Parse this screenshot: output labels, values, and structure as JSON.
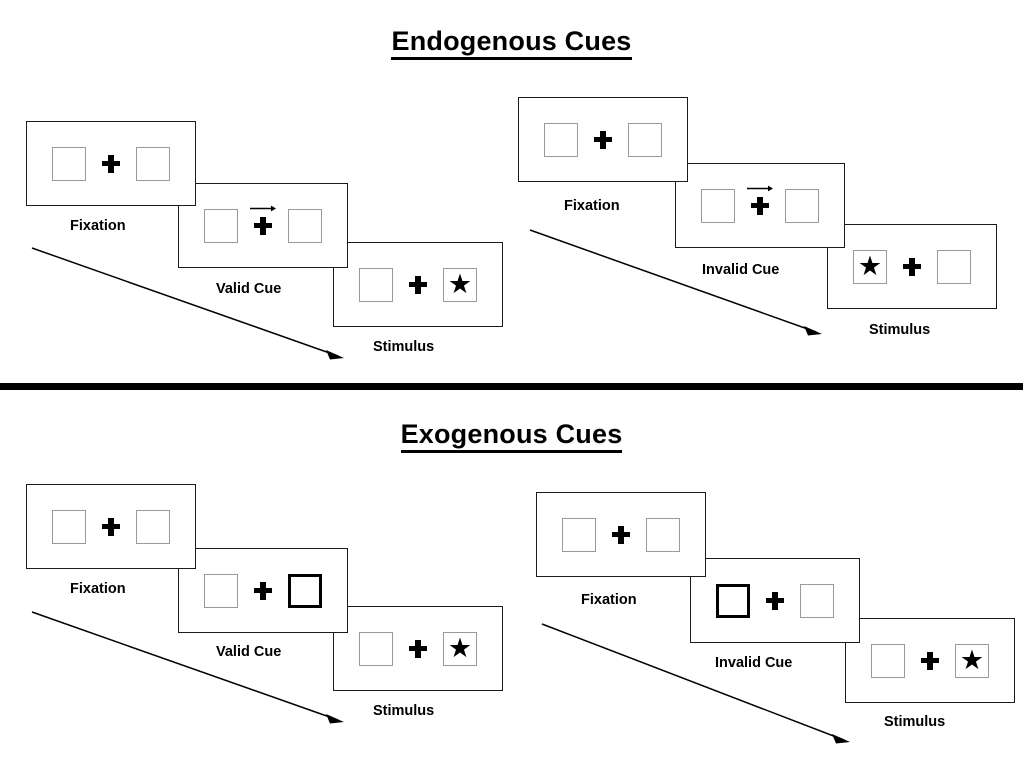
{
  "page": {
    "background": "#ffffff",
    "text_color": "#000000",
    "square_border_color": "#9a9a9a",
    "cued_square_border_color": "#000000",
    "panel_border_color": "#1a1a1a"
  },
  "sections": [
    {
      "id": "endogenous",
      "title": "Endogenous Cues",
      "title_underlined": true,
      "groups": [
        {
          "id": "endogenous-valid",
          "condition": "valid",
          "stages": [
            {
              "id": "fixation",
              "caption": "Fixation",
              "left_box": {
                "cued": false,
                "stimulus": ""
              },
              "right_box": {
                "cued": false,
                "stimulus": ""
              },
              "center": {
                "plus": true,
                "arrow": "none"
              }
            },
            {
              "id": "cue",
              "caption": "Valid Cue",
              "left_box": {
                "cued": false,
                "stimulus": ""
              },
              "right_box": {
                "cued": false,
                "stimulus": ""
              },
              "center": {
                "plus": true,
                "arrow": "right"
              }
            },
            {
              "id": "stimulus",
              "caption": "Stimulus",
              "left_box": {
                "cued": false,
                "stimulus": ""
              },
              "right_box": {
                "cued": false,
                "stimulus": "star"
              },
              "center": {
                "plus": true,
                "arrow": "none"
              }
            }
          ]
        },
        {
          "id": "endogenous-invalid",
          "condition": "invalid",
          "stages": [
            {
              "id": "fixation",
              "caption": "Fixation",
              "left_box": {
                "cued": false,
                "stimulus": ""
              },
              "right_box": {
                "cued": false,
                "stimulus": ""
              },
              "center": {
                "plus": true,
                "arrow": "none"
              }
            },
            {
              "id": "cue",
              "caption": "Invalid Cue",
              "left_box": {
                "cued": false,
                "stimulus": ""
              },
              "right_box": {
                "cued": false,
                "stimulus": ""
              },
              "center": {
                "plus": true,
                "arrow": "right"
              }
            },
            {
              "id": "stimulus",
              "caption": "Stimulus",
              "left_box": {
                "cued": false,
                "stimulus": "star"
              },
              "right_box": {
                "cued": false,
                "stimulus": ""
              },
              "center": {
                "plus": true,
                "arrow": "none"
              }
            }
          ]
        }
      ]
    },
    {
      "id": "exogenous",
      "title": "Exogenous Cues",
      "title_underlined": true,
      "groups": [
        {
          "id": "exogenous-valid",
          "condition": "valid",
          "stages": [
            {
              "id": "fixation",
              "caption": "Fixation",
              "left_box": {
                "cued": false,
                "stimulus": ""
              },
              "right_box": {
                "cued": false,
                "stimulus": ""
              },
              "center": {
                "plus": true,
                "arrow": "none"
              }
            },
            {
              "id": "cue",
              "caption": "Valid Cue",
              "left_box": {
                "cued": false,
                "stimulus": ""
              },
              "right_box": {
                "cued": true,
                "stimulus": ""
              },
              "center": {
                "plus": true,
                "arrow": "none"
              }
            },
            {
              "id": "stimulus",
              "caption": "Stimulus",
              "left_box": {
                "cued": false,
                "stimulus": ""
              },
              "right_box": {
                "cued": false,
                "stimulus": "star"
              },
              "center": {
                "plus": true,
                "arrow": "none"
              }
            }
          ]
        },
        {
          "id": "exogenous-invalid",
          "condition": "invalid",
          "stages": [
            {
              "id": "fixation",
              "caption": "Fixation",
              "left_box": {
                "cued": false,
                "stimulus": ""
              },
              "right_box": {
                "cued": false,
                "stimulus": ""
              },
              "center": {
                "plus": true,
                "arrow": "none"
              }
            },
            {
              "id": "cue",
              "caption": "Invalid Cue",
              "left_box": {
                "cued": true,
                "stimulus": ""
              },
              "right_box": {
                "cued": false,
                "stimulus": ""
              },
              "center": {
                "plus": true,
                "arrow": "none"
              }
            },
            {
              "id": "stimulus",
              "caption": "Stimulus",
              "left_box": {
                "cued": false,
                "stimulus": ""
              },
              "right_box": {
                "cued": false,
                "stimulus": "star"
              },
              "center": {
                "plus": true,
                "arrow": "none"
              }
            }
          ]
        }
      ]
    }
  ],
  "glyphs": {
    "star": "★",
    "fixation_cross": "plus-icon",
    "cue_arrow": "arrow-right-icon",
    "time_arrow": "time-flow-arrow-icon"
  }
}
